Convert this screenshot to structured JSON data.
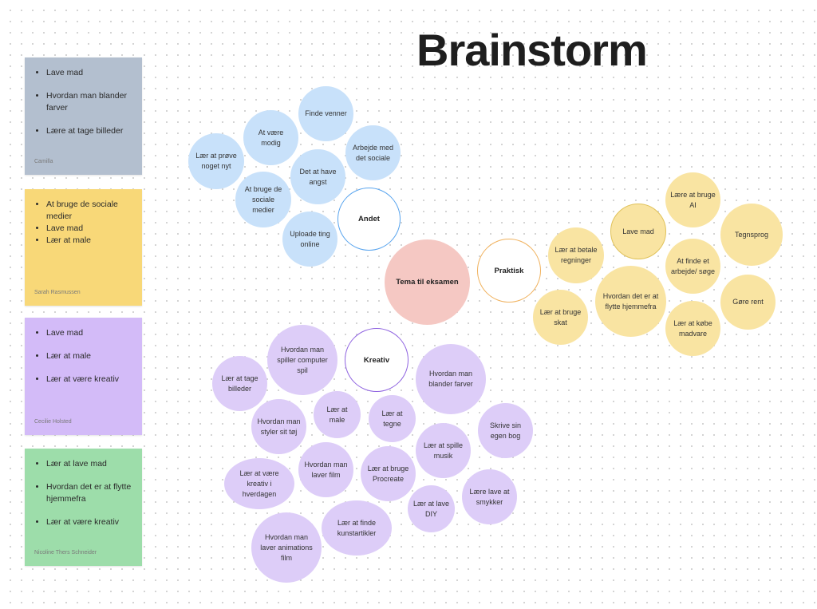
{
  "title": "Brainstorm",
  "center_topic": "Tema til eksamen",
  "colors": {
    "andet": "#c8e1fa",
    "praktisk": "#f9e4a2",
    "kreativ": "#ddcdf8",
    "center": "#f5c8c3",
    "sticky_camilla": "#b3bfcf",
    "sticky_sarah": "#f8d878",
    "sticky_cecilie": "#d3bbf8",
    "sticky_nicoline": "#9dddaa"
  },
  "stickies": [
    {
      "author": "Camilla",
      "items": [
        "Lave mad",
        "Hvordan man blander farver",
        "Lære at tage billeder"
      ]
    },
    {
      "author": "Sarah Rasmussen",
      "items": [
        "At bruge de sociale medier",
        "Lave mad",
        "Lær at male"
      ]
    },
    {
      "author": "Cecilie Holsted",
      "items": [
        "Lave mad",
        "Lær at male",
        "Lær at være kreativ"
      ]
    },
    {
      "author": "Nicoline Thers Schneider",
      "items": [
        "Lær at lave mad",
        "Hvordan det er at flytte hjemmefra",
        "Lær at være kreativ"
      ]
    }
  ],
  "clusters": {
    "andet": {
      "label": "Andet",
      "ideas": [
        "Finde venner",
        "At være modig",
        "Arbejde med det sociale",
        "Lær at prøve noget nyt",
        "Det at have angst",
        "At bruge de sociale medier",
        "Uploade ting online"
      ]
    },
    "praktisk": {
      "label": "Praktisk",
      "ideas": [
        "Lære at bruge AI",
        "Lave mad",
        "Tegnsprog",
        "Lær at betale regninger",
        "At finde et arbejde/ søge",
        "Hvordan det er at flytte hjemmefra",
        "Gøre rent",
        "Lær at bruge skat",
        "Lær at købe madvare"
      ]
    },
    "kreativ": {
      "label": "Kreativ",
      "ideas": [
        "Hvordan man spiller computer spil",
        "Lær at tage billeder",
        "Hvordan man blander farver",
        "Lær at male",
        "Lær at tegne",
        "Hvordan man styler sit tøj",
        "Skrive sin egen bog",
        "Lær at spille musik",
        "Hvordan man laver film",
        "Lær at bruge Procreate",
        "Lær at være kreativ i hverdagen",
        "Lære lave at smykker",
        "Lær at lave DIY",
        "Lær at finde kunstartikler",
        "Hvordan man laver animations film"
      ]
    }
  }
}
